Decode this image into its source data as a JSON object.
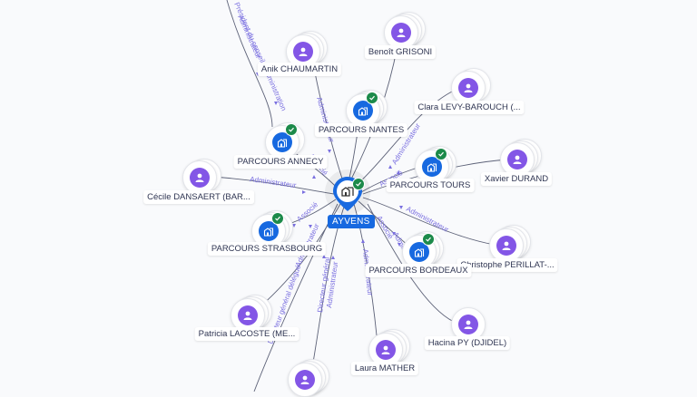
{
  "graph": {
    "center": {
      "label": "AYVENS",
      "type": "company",
      "verified": true,
      "accent": "#1769e0"
    },
    "companies": [
      {
        "id": "nantes",
        "label": "PARCOURS NANTES",
        "verified": true,
        "relation": "Associé"
      },
      {
        "id": "annecy",
        "label": "PARCOURS ANNECY",
        "verified": true,
        "relation": "Associé"
      },
      {
        "id": "tours",
        "label": "PARCOURS TOURS",
        "verified": true,
        "relation": "Associé"
      },
      {
        "id": "strasbourg",
        "label": "PARCOURS STRASBOURG",
        "verified": true,
        "relation": "Associé"
      },
      {
        "id": "bordeaux",
        "label": "PARCOURS BORDEAUX",
        "verified": true,
        "relation": "Associé"
      }
    ],
    "people": [
      {
        "id": "chaumartin",
        "label": "Anik CHAUMARTIN",
        "relation": "Administrateur"
      },
      {
        "id": "grisoni",
        "label": "Benoît GRISONI",
        "relation": ""
      },
      {
        "id": "levy",
        "label": "Clara LEVY-BAROUCH (...",
        "relation": "Administrateur"
      },
      {
        "id": "durand",
        "label": "Xavier DURAND",
        "relation": "Administrateur"
      },
      {
        "id": "dansaert",
        "label": "Cécile DANSAERT (BAR...",
        "relation": "Administrateur"
      },
      {
        "id": "perillat",
        "label": "Christophe PERILLAT-...",
        "relation": "Administrateur"
      },
      {
        "id": "lacoste",
        "label": "Patricia LACOSTE (ME...",
        "relation": "Directeur général délégué / Administrateur"
      },
      {
        "id": "py",
        "label": "Hacina PY (DJIDEL)",
        "relation": "Administrateur"
      },
      {
        "id": "mather",
        "label": "Laura MATHER",
        "relation": "Administrateur"
      },
      {
        "id": "bottom",
        "label": "",
        "relation": "Directeur général / Administrateur"
      },
      {
        "id": "topleft",
        "label": "",
        "relation": "Président du conseil d'administration / Administrateur"
      }
    ],
    "edge_labels": {
      "administrateur": "Administrateur",
      "associe": "Associé",
      "dg": "Directeur général",
      "dgd": "Directeur général délégué",
      "pca": "Président du conseil d'administration"
    },
    "colors": {
      "person": "#8356e6",
      "company": "#1769e0",
      "verified": "#1c8a4a",
      "edge": "#5d6278",
      "edge_label": "#7a6fe0",
      "background": "#f9fafc"
    }
  }
}
